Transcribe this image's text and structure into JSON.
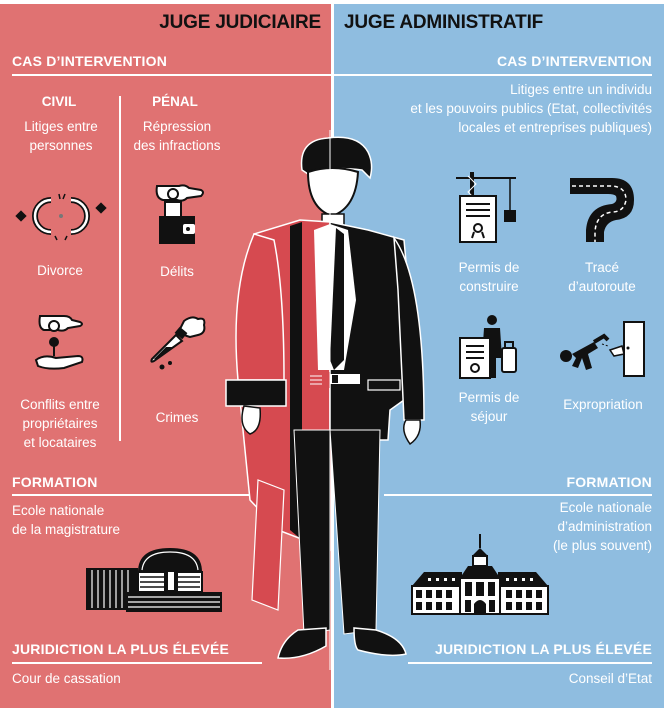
{
  "colors": {
    "judiciaire_bg": "#e07272",
    "administratif_bg": "#8fbde0",
    "robe_red": "#d64a50",
    "ink": "#111111",
    "text_light": "#ffffff"
  },
  "left": {
    "title": "JUGE JUDICIAIRE",
    "cas": {
      "heading": "CAS D’INTERVENTION",
      "civil": {
        "heading": "CIVIL",
        "description_line1": "Litiges entre",
        "description_line2": "personnes",
        "items": [
          {
            "icon": "broken-rings-icon",
            "label": "Divorce"
          },
          {
            "icon": "key-handover-icon",
            "label_line1": "Conflits entre",
            "label_line2": "propriétaires",
            "label_line3": "et locataires"
          }
        ]
      },
      "penal": {
        "heading": "PÉNAL",
        "description_line1": "Répression",
        "description_line2": "des infractions",
        "items": [
          {
            "icon": "wallet-theft-icon",
            "label": "Délits"
          },
          {
            "icon": "bloody-knife-icon",
            "label": "Crimes"
          }
        ]
      }
    },
    "formation": {
      "heading": "FORMATION",
      "line1": "Ecole nationale",
      "line2": "de la magistrature",
      "icon": "modern-school-building-icon"
    },
    "juridiction": {
      "heading": "JURIDICTION LA PLUS ÉLEVÉE",
      "value": "Cour de cassation"
    }
  },
  "right": {
    "title": "JUGE ADMINISTRATIF",
    "cas": {
      "heading": "CAS D’INTERVENTION",
      "description_line1": "Litiges entre un individu",
      "description_line2": "et les pouvoirs publics (Etat, collectivités",
      "description_line3": "locales et entreprises publiques)",
      "items": [
        {
          "icon": "crane-permit-icon",
          "label_line1": "Permis de",
          "label_line2": "construire"
        },
        {
          "icon": "highway-road-icon",
          "label_line1": "Tracé",
          "label_line2": "d’autoroute"
        },
        {
          "icon": "traveler-permit-icon",
          "label_line1": "Permis de",
          "label_line2": "séjour"
        },
        {
          "icon": "kicked-out-door-icon",
          "label": "Expropriation"
        }
      ]
    },
    "formation": {
      "heading": "FORMATION",
      "line1": "Ecole nationale",
      "line2": "d’administration",
      "line3": "(le plus souvent)",
      "icon": "classic-palace-building-icon"
    },
    "juridiction": {
      "heading": "JURIDICTION LA PLUS ÉLEVÉE",
      "value": "Conseil d’Etat"
    }
  },
  "figure": {
    "icon": "half-robe-half-suit-judge-icon"
  }
}
